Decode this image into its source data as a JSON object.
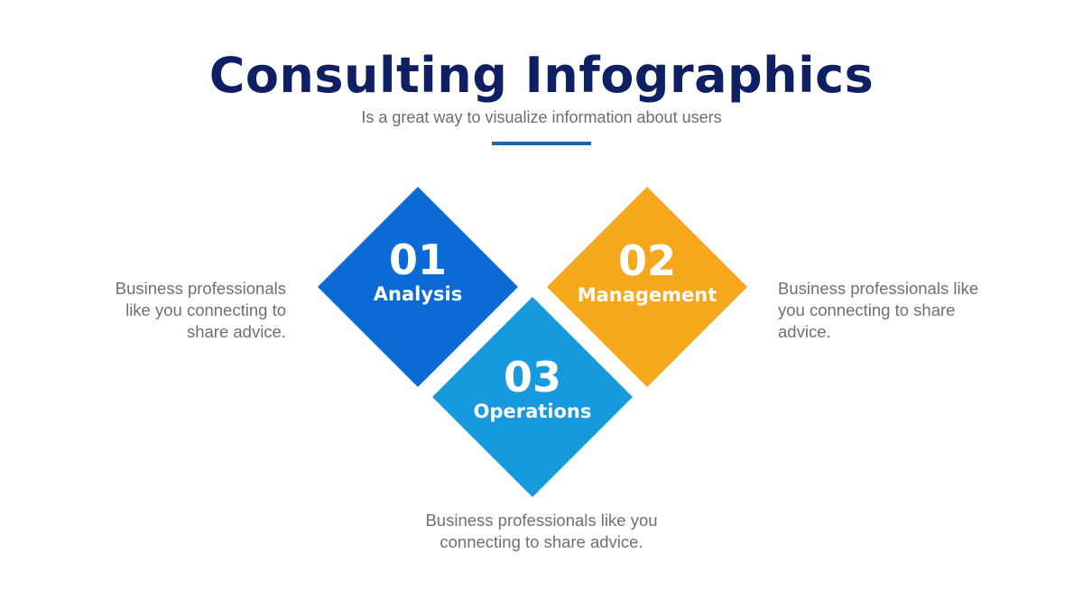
{
  "header": {
    "title": "Consulting Infographics",
    "subtitle": "Is a great way to visualize information about users"
  },
  "colors": {
    "title": "#0f1f63",
    "accent_line": "#1565c0",
    "diamond_1": "#0b6ad6",
    "diamond_2": "#f6a81c",
    "diamond_3": "#1699dd"
  },
  "items": [
    {
      "number": "01",
      "label": "Analysis",
      "description": "Business professionals like you connecting to share advice."
    },
    {
      "number": "02",
      "label": "Management",
      "description": "Business professionals like you connecting to share advice."
    },
    {
      "number": "03",
      "label": "Operations",
      "description": "Business professionals like you connecting to share advice."
    }
  ],
  "descriptions": {
    "left_lines": [
      "Business professionals",
      "like you connecting to",
      "share advice."
    ],
    "right_lines": [
      "Business professionals like",
      "you connecting to share",
      "advice."
    ],
    "bottom_lines": [
      "Business professionals like you",
      "connecting to share advice."
    ]
  }
}
